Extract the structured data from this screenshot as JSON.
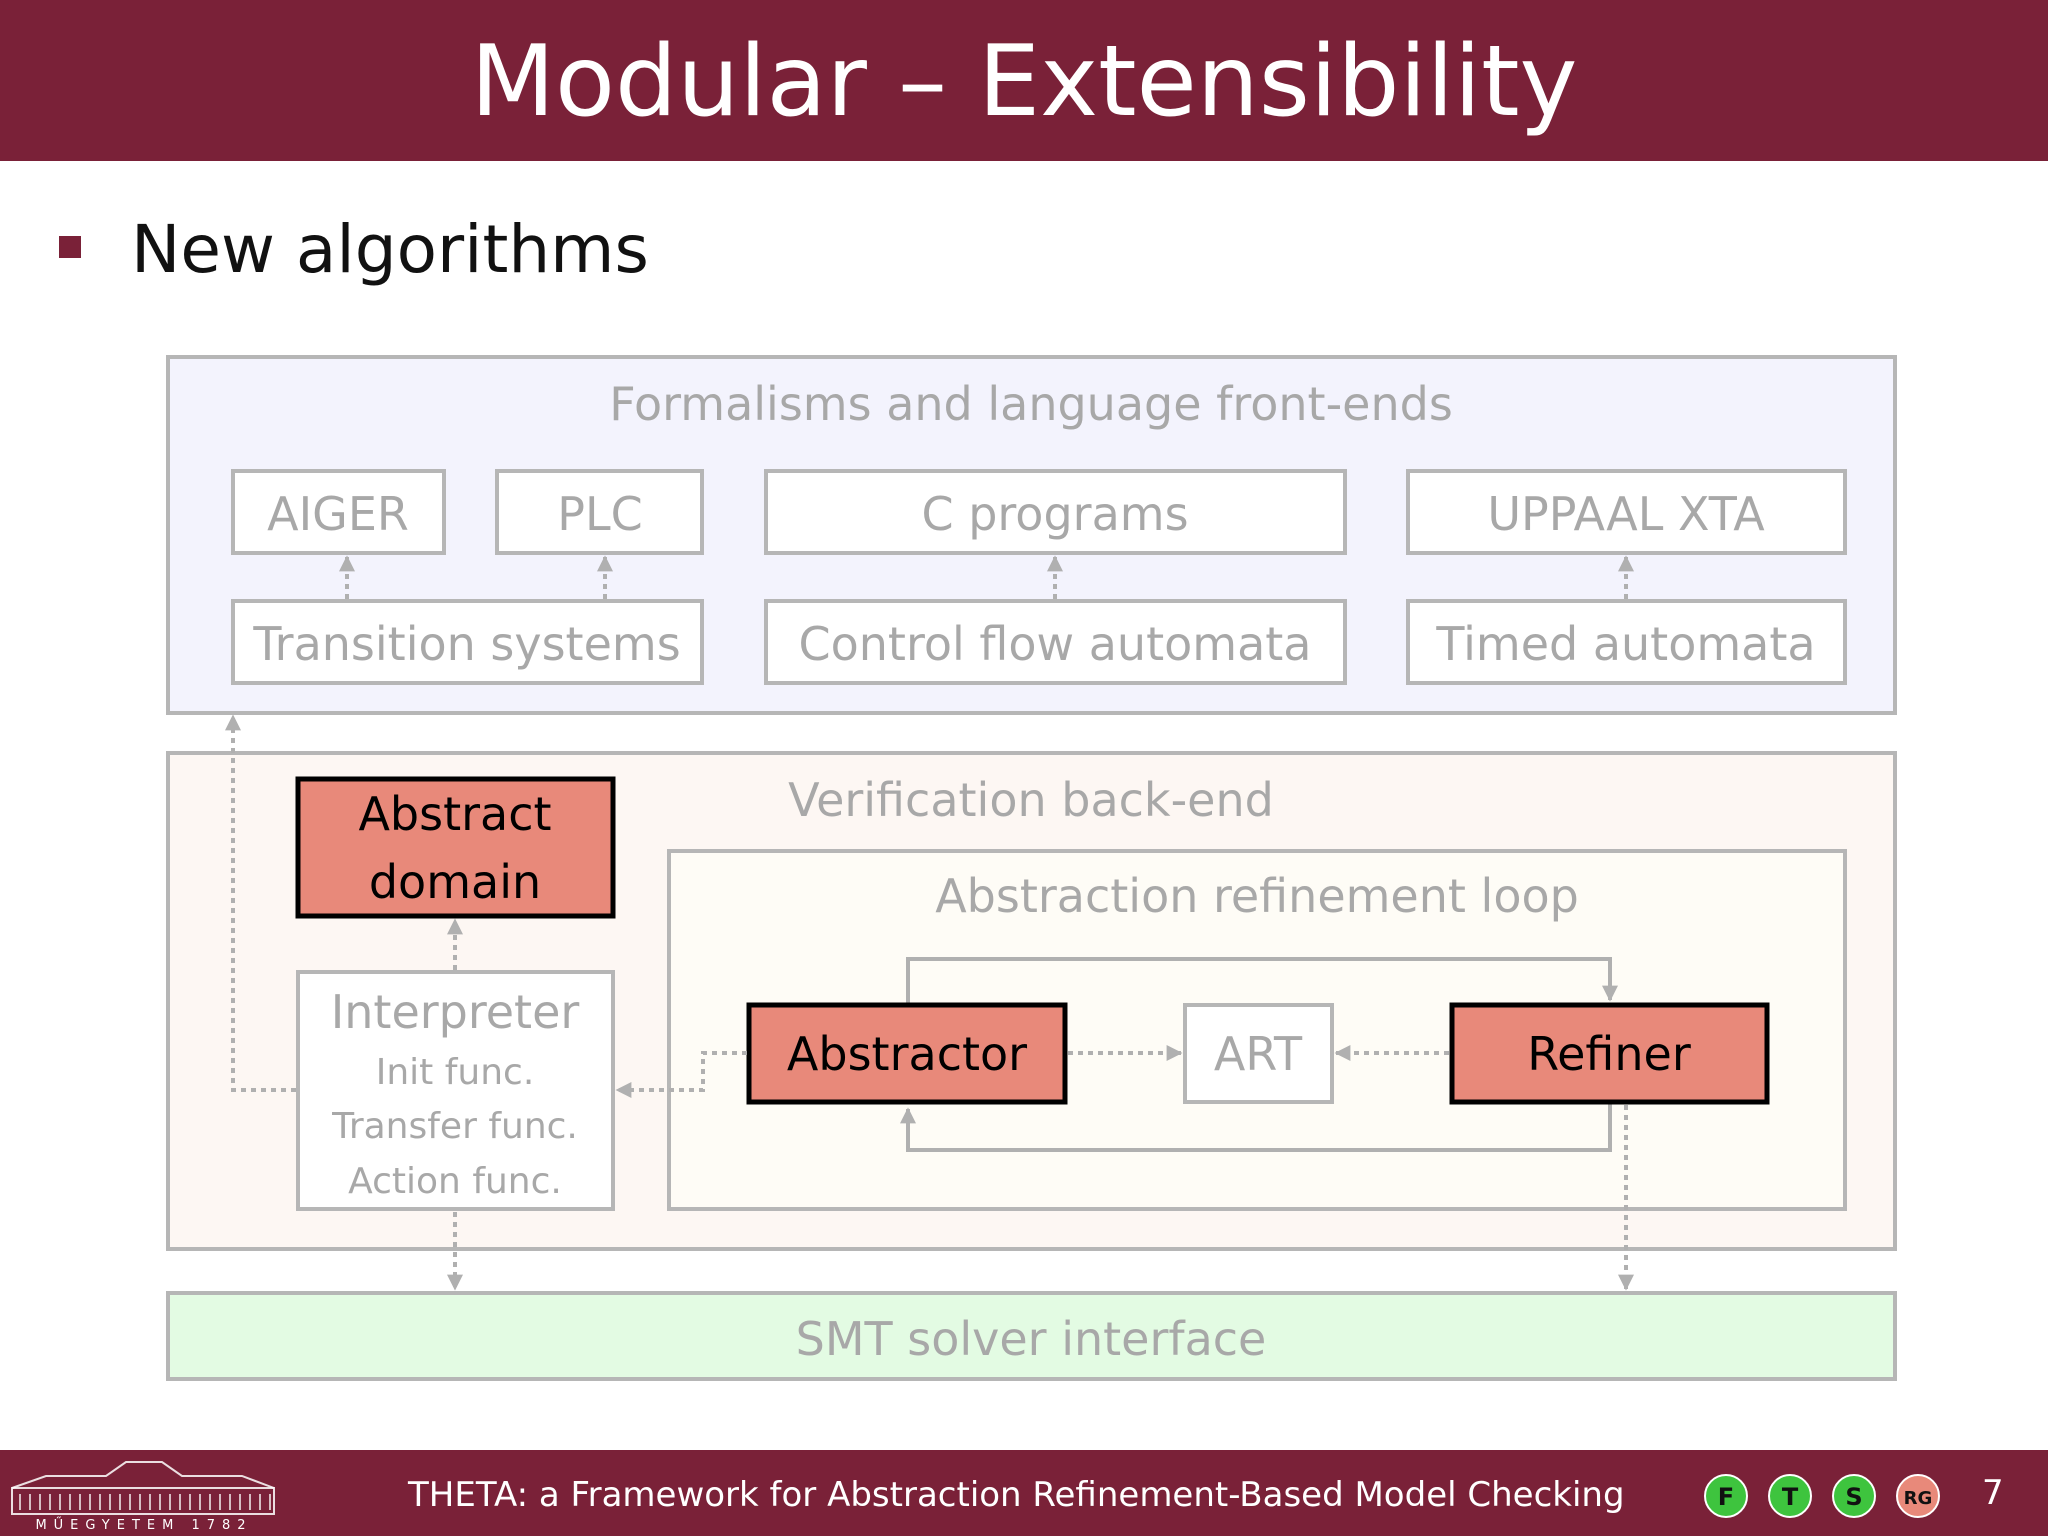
{
  "slide": {
    "title": "Modular – Extensibility",
    "bullet": "New algorithms",
    "page_number": "7",
    "footer_text": "THETA: a Framework for Abstraction Refinement-Based Model Checking"
  },
  "diagram": {
    "frontends": {
      "label": "Formalisms and language front-ends",
      "aiger": "AIGER",
      "plc": "PLC",
      "c_programs": "C programs",
      "uppaal": "UPPAAL XTA",
      "transition_systems": "Transition systems",
      "cfa": "Control flow automata",
      "timed_automata": "Timed automata"
    },
    "backend": {
      "label": "Verification back-end",
      "abstract_domain_line1": "Abstract",
      "abstract_domain_line2": "domain",
      "interpreter": "Interpreter",
      "init_func": "Init func.",
      "transfer_func": "Transfer func.",
      "action_func": "Action func.",
      "loop_label": "Abstraction refinement loop",
      "abstractor": "Abstractor",
      "art": "ART",
      "refiner": "Refiner"
    },
    "smt": {
      "label": "SMT solver interface"
    }
  },
  "logos": {
    "university_caption": "MŰEGYETEM 1782",
    "group_letters": [
      "F",
      "T",
      "S",
      "RG"
    ]
  },
  "colors": {
    "brand": "#7a2138",
    "highlight_fill": "#e8897a",
    "frontend_bg": "#f3f3fd",
    "backend_bg": "#fdf7f3",
    "smt_bg": "#e3fbe3",
    "muted_text": "#a8a8a8"
  }
}
